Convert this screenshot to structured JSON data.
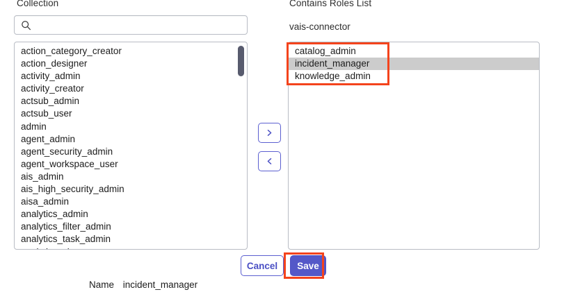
{
  "left_panel": {
    "label": "Collection",
    "search": {
      "placeholder": "",
      "value": "",
      "icon": "search-icon"
    },
    "items": [
      "action_category_creator",
      "action_designer",
      "activity_admin",
      "activity_creator",
      "actsub_admin",
      "actsub_user",
      "admin",
      "agent_admin",
      "agent_security_admin",
      "agent_workspace_user",
      "ais_admin",
      "ais_high_security_admin",
      "aisa_admin",
      "analytics_admin",
      "analytics_filter_admin",
      "analytics_task_admin",
      "analytics_viewer"
    ],
    "selected_index": -1
  },
  "transfer": {
    "add_icon": "chevron-right-icon",
    "remove_icon": "chevron-left-icon",
    "add_label": ">",
    "remove_label": "<"
  },
  "right_panel": {
    "label": "Contains Roles List",
    "connector_name": "vais-connector",
    "items": [
      "catalog_admin",
      "incident_manager",
      "knowledge_admin"
    ],
    "selected_index": 1
  },
  "footer": {
    "cancel_label": "Cancel",
    "save_label": "Save"
  },
  "name_field": {
    "label": "Name",
    "value": "incident_manager"
  },
  "annotations": {
    "color": "#f4431c",
    "roles_box_target": "contains-roles-list-items",
    "save_box_target": "save-button"
  },
  "colors": {
    "accent": "#5458c8",
    "accent_border": "#5b5fd0",
    "selection": "#cccccc",
    "field_border": "#b8bcc4",
    "annotation": "#f4431c",
    "scrollbar_thumb": "#585b6e"
  }
}
